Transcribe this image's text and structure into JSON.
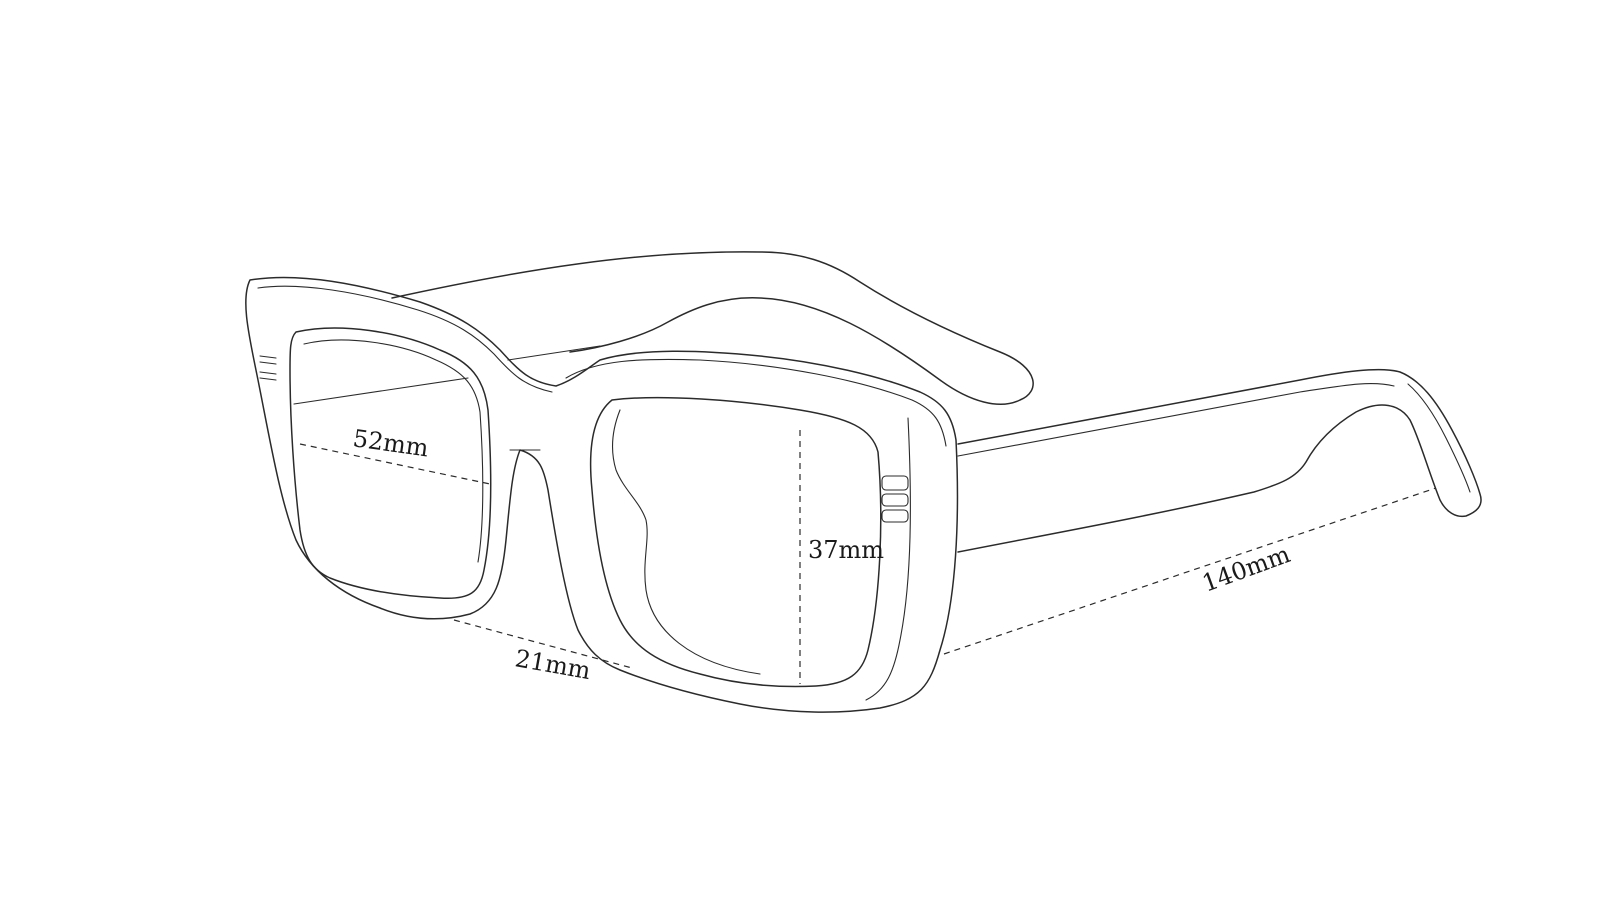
{
  "measurements": {
    "lens_width": "52mm",
    "lens_height": "37mm",
    "bridge_width": "21mm",
    "temple_length": "140mm"
  },
  "colors": {
    "line": "#2b2b2b",
    "background": "#ffffff"
  }
}
